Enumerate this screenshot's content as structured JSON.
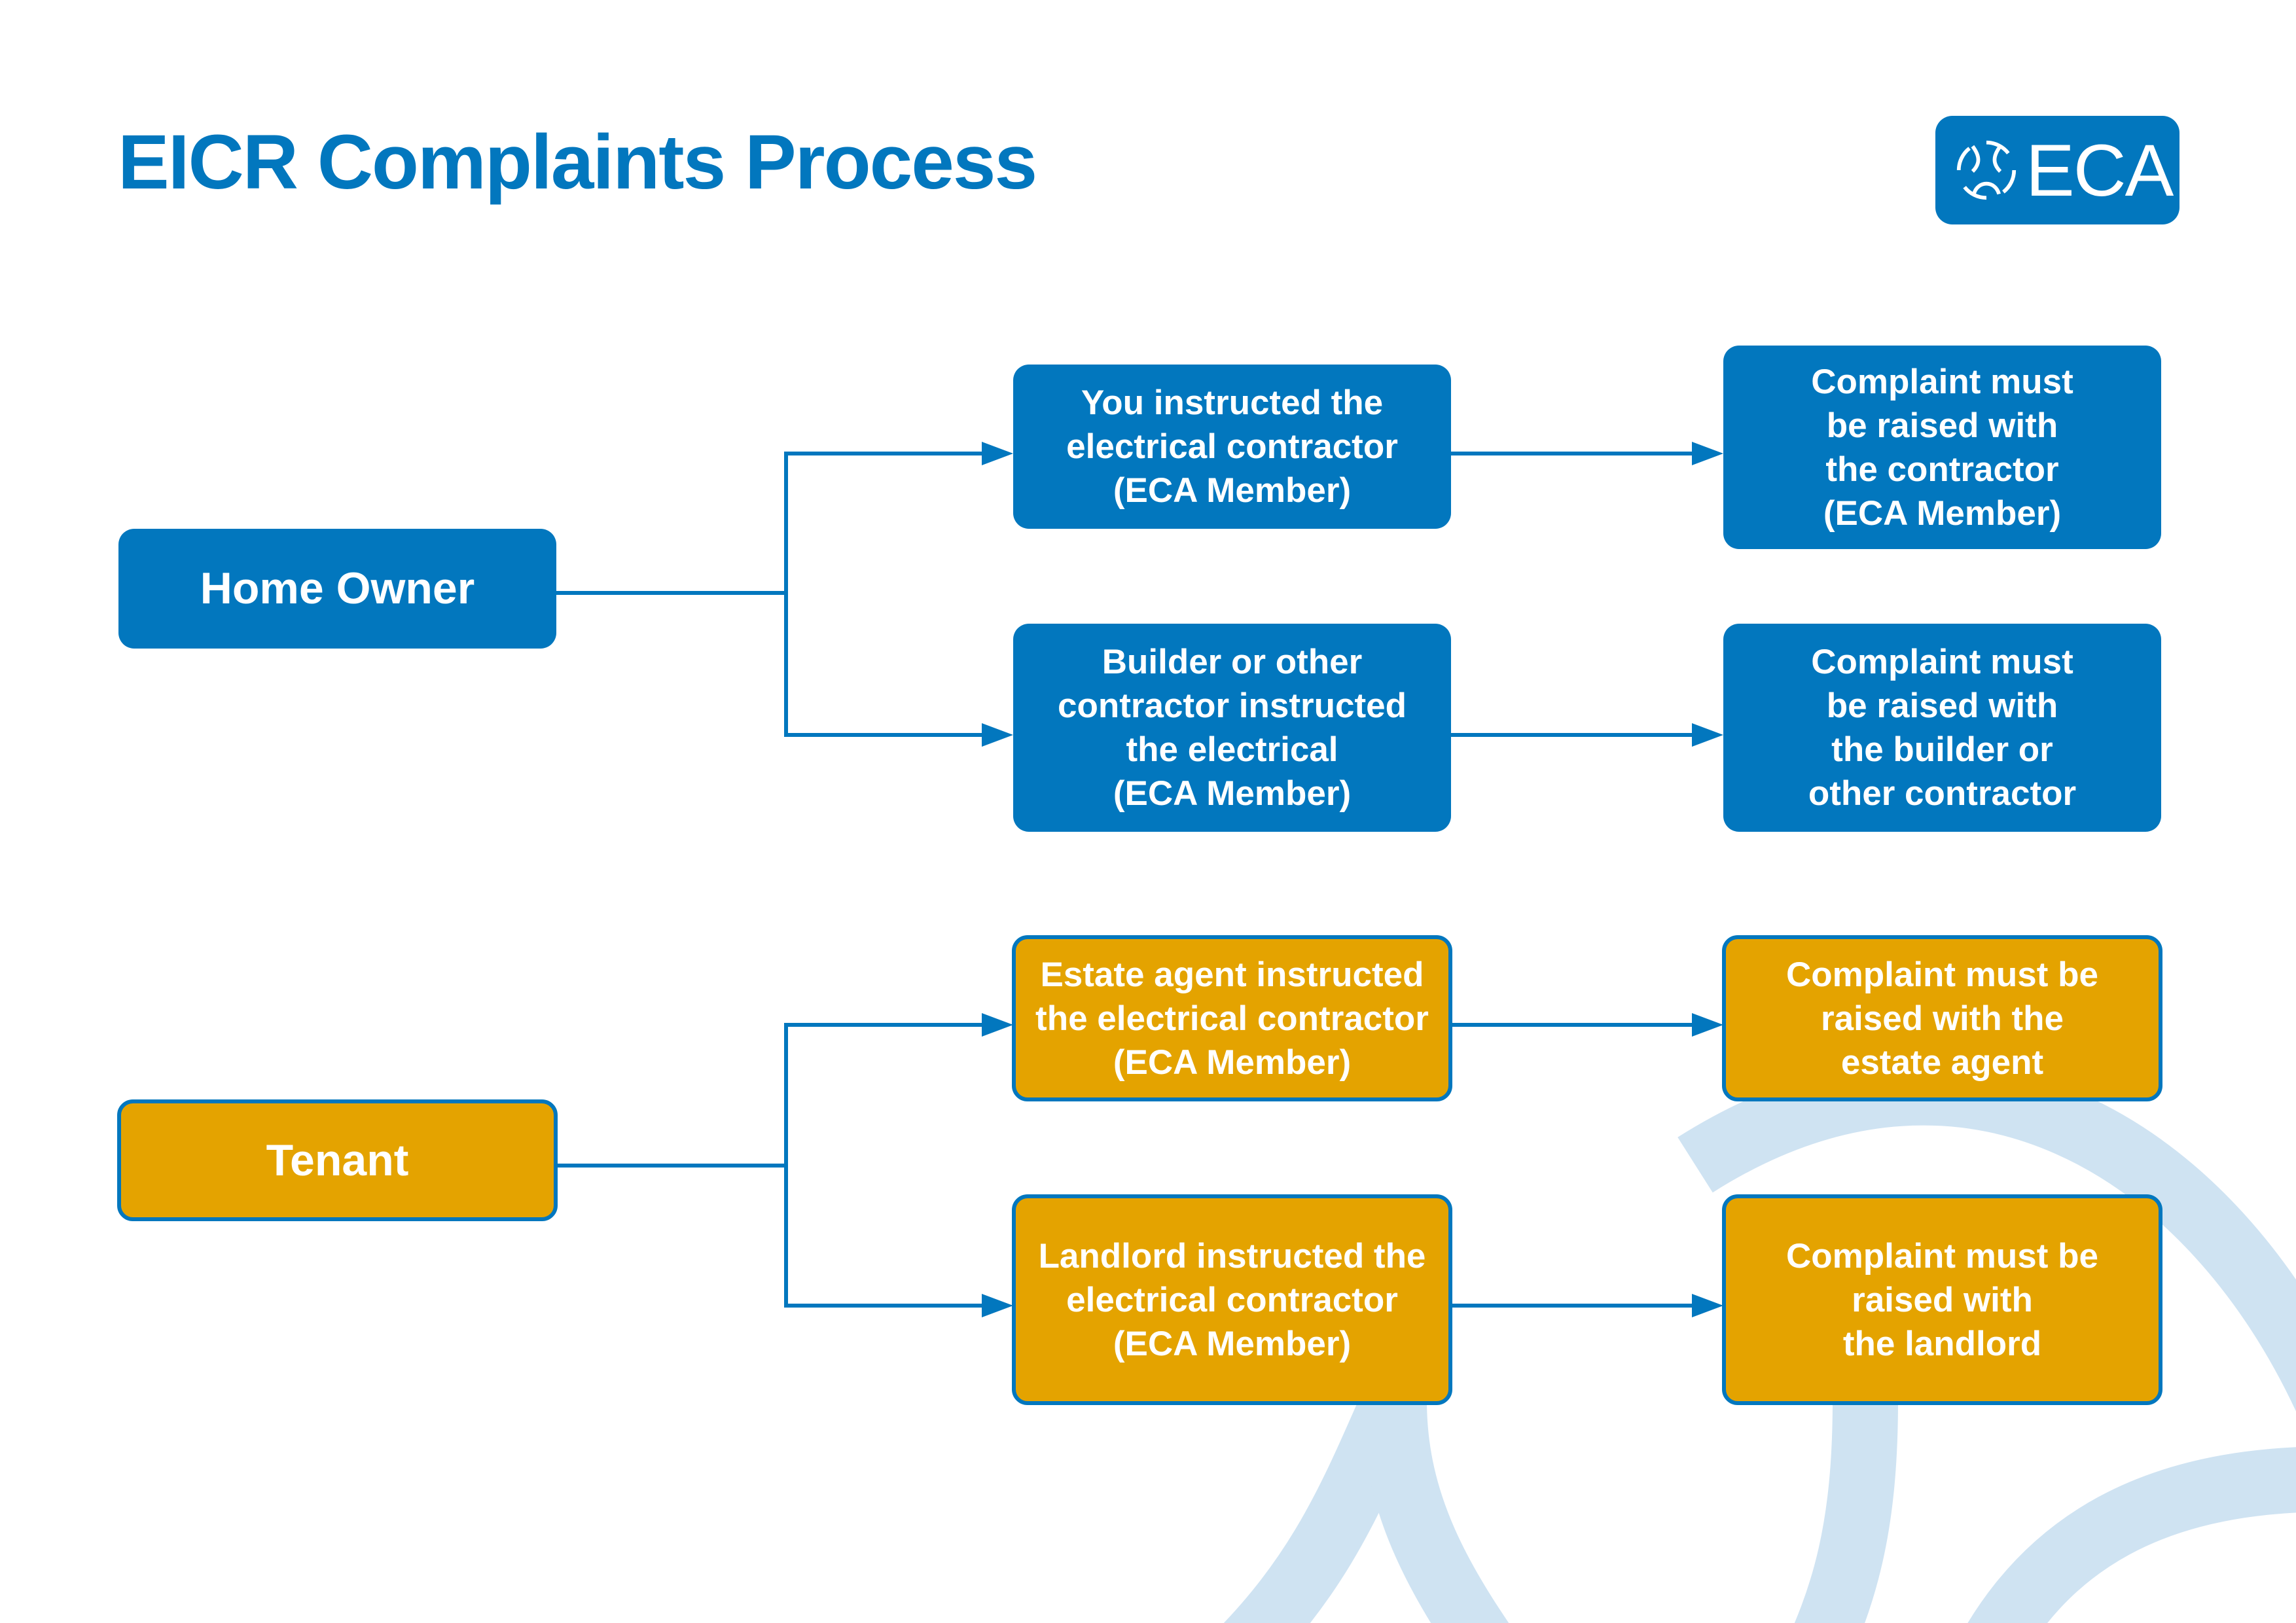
{
  "title": "EICR Complaints Process",
  "logo": {
    "text": "ECA",
    "icon": "eca-emblem-icon"
  },
  "colors": {
    "primary_blue": "#0277BE",
    "amber": "#E4A300",
    "watermark": "#CFE3F2"
  },
  "groups": [
    {
      "root": {
        "label": "Home Owner",
        "style": "blue"
      },
      "branches": [
        {
          "situation": {
            "lines": [
              "You instructed the",
              "electrical contractor",
              "(ECA Member)"
            ]
          },
          "outcome": {
            "lines": [
              "Complaint must",
              "be raised with",
              "the contractor",
              "(ECA Member)"
            ]
          }
        },
        {
          "situation": {
            "lines": [
              "Builder or other",
              "contractor instructed",
              "the electrical",
              "(ECA Member)"
            ]
          },
          "outcome": {
            "lines": [
              "Complaint must",
              "be raised with",
              "the builder or",
              "other contractor"
            ]
          }
        }
      ]
    },
    {
      "root": {
        "label": "Tenant",
        "style": "orange"
      },
      "branches": [
        {
          "situation": {
            "lines": [
              "Estate agent instructed",
              "the electrical contractor",
              "(ECA Member)"
            ]
          },
          "outcome": {
            "lines": [
              "Complaint must be",
              "raised with the",
              "estate agent"
            ]
          }
        },
        {
          "situation": {
            "lines": [
              "Landlord instructed the",
              "electrical contractor",
              "(ECA Member)"
            ]
          },
          "outcome": {
            "lines": [
              "Complaint must be",
              "raised with",
              "the landlord"
            ]
          }
        }
      ]
    }
  ]
}
